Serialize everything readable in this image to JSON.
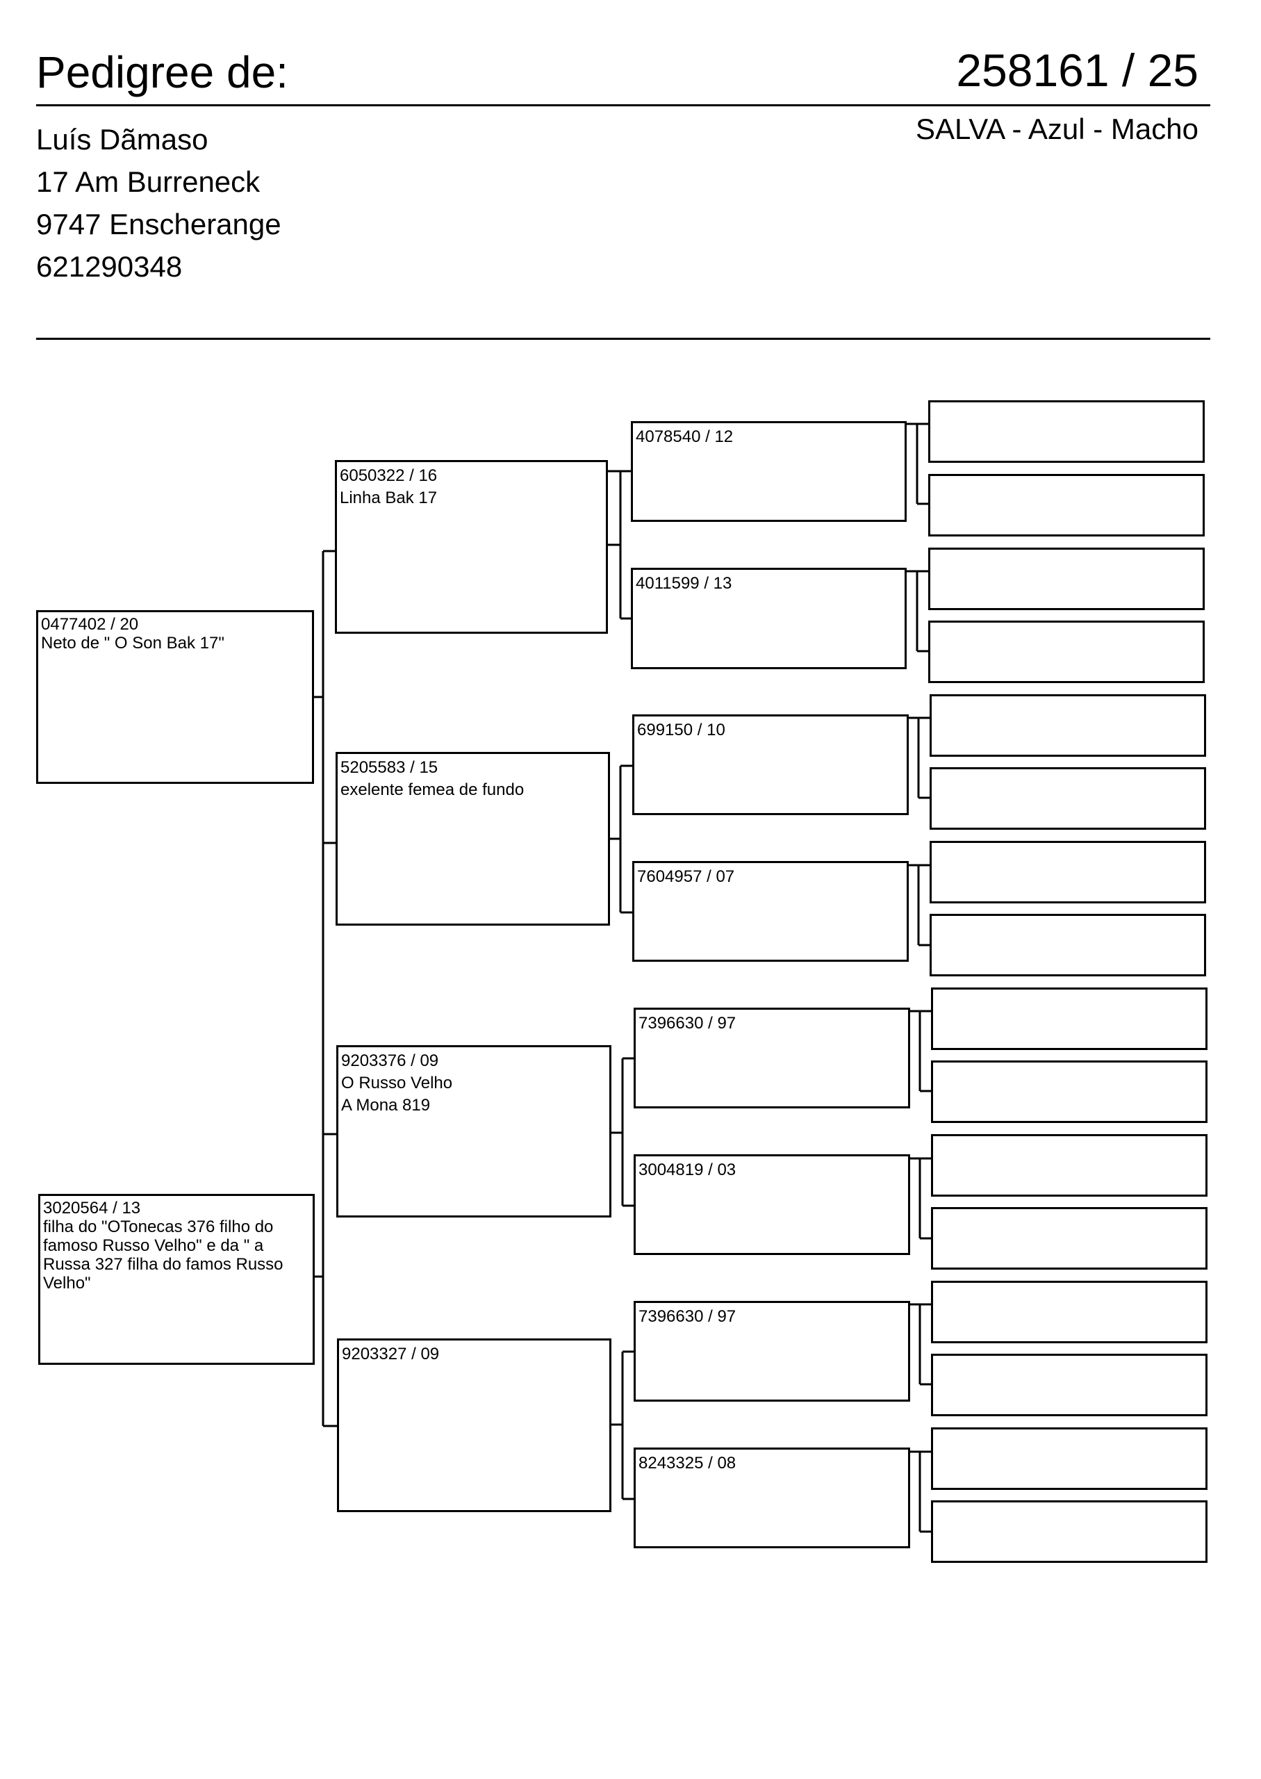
{
  "header": {
    "title": "Pedigree de:",
    "ring_number": "258161 / 25",
    "bird_description": "SALVA - Azul - Macho"
  },
  "owner": {
    "name": "Luís Dãmaso",
    "street": "17 Am Burreneck",
    "city": "9747 Enscherange",
    "phone": "621290348"
  },
  "pedigree": {
    "father": {
      "ring": "0477402 / 20",
      "note": "Neto de \" O Son Bak 17\""
    },
    "mother": {
      "ring": "3020564 / 13",
      "note": "filha do \"OTonecas 376 filho do famoso Russo Velho\" e da \" a Russa 327 filha do famos Russo Velho\""
    },
    "paternal_grandfather": {
      "ring": "6050322 / 16",
      "note": "Linha Bak 17"
    },
    "paternal_grandmother": {
      "ring": "5205583 / 15",
      "note": "exelente femea de fundo"
    },
    "maternal_grandfather": {
      "ring": "9203376 / 09",
      "note1": "O Russo Velho",
      "note2": "A Mona 819"
    },
    "maternal_grandmother": {
      "ring": "9203327 / 09"
    },
    "great_grandparents": [
      {
        "ring": "4078540 / 12"
      },
      {
        "ring": "4011599 / 13"
      },
      {
        "ring": "699150 / 10"
      },
      {
        "ring": "7604957 / 07"
      },
      {
        "ring": "7396630 / 97"
      },
      {
        "ring": "3004819 / 03"
      },
      {
        "ring": "7396630 / 97"
      },
      {
        "ring": "8243325 / 08"
      }
    ]
  }
}
